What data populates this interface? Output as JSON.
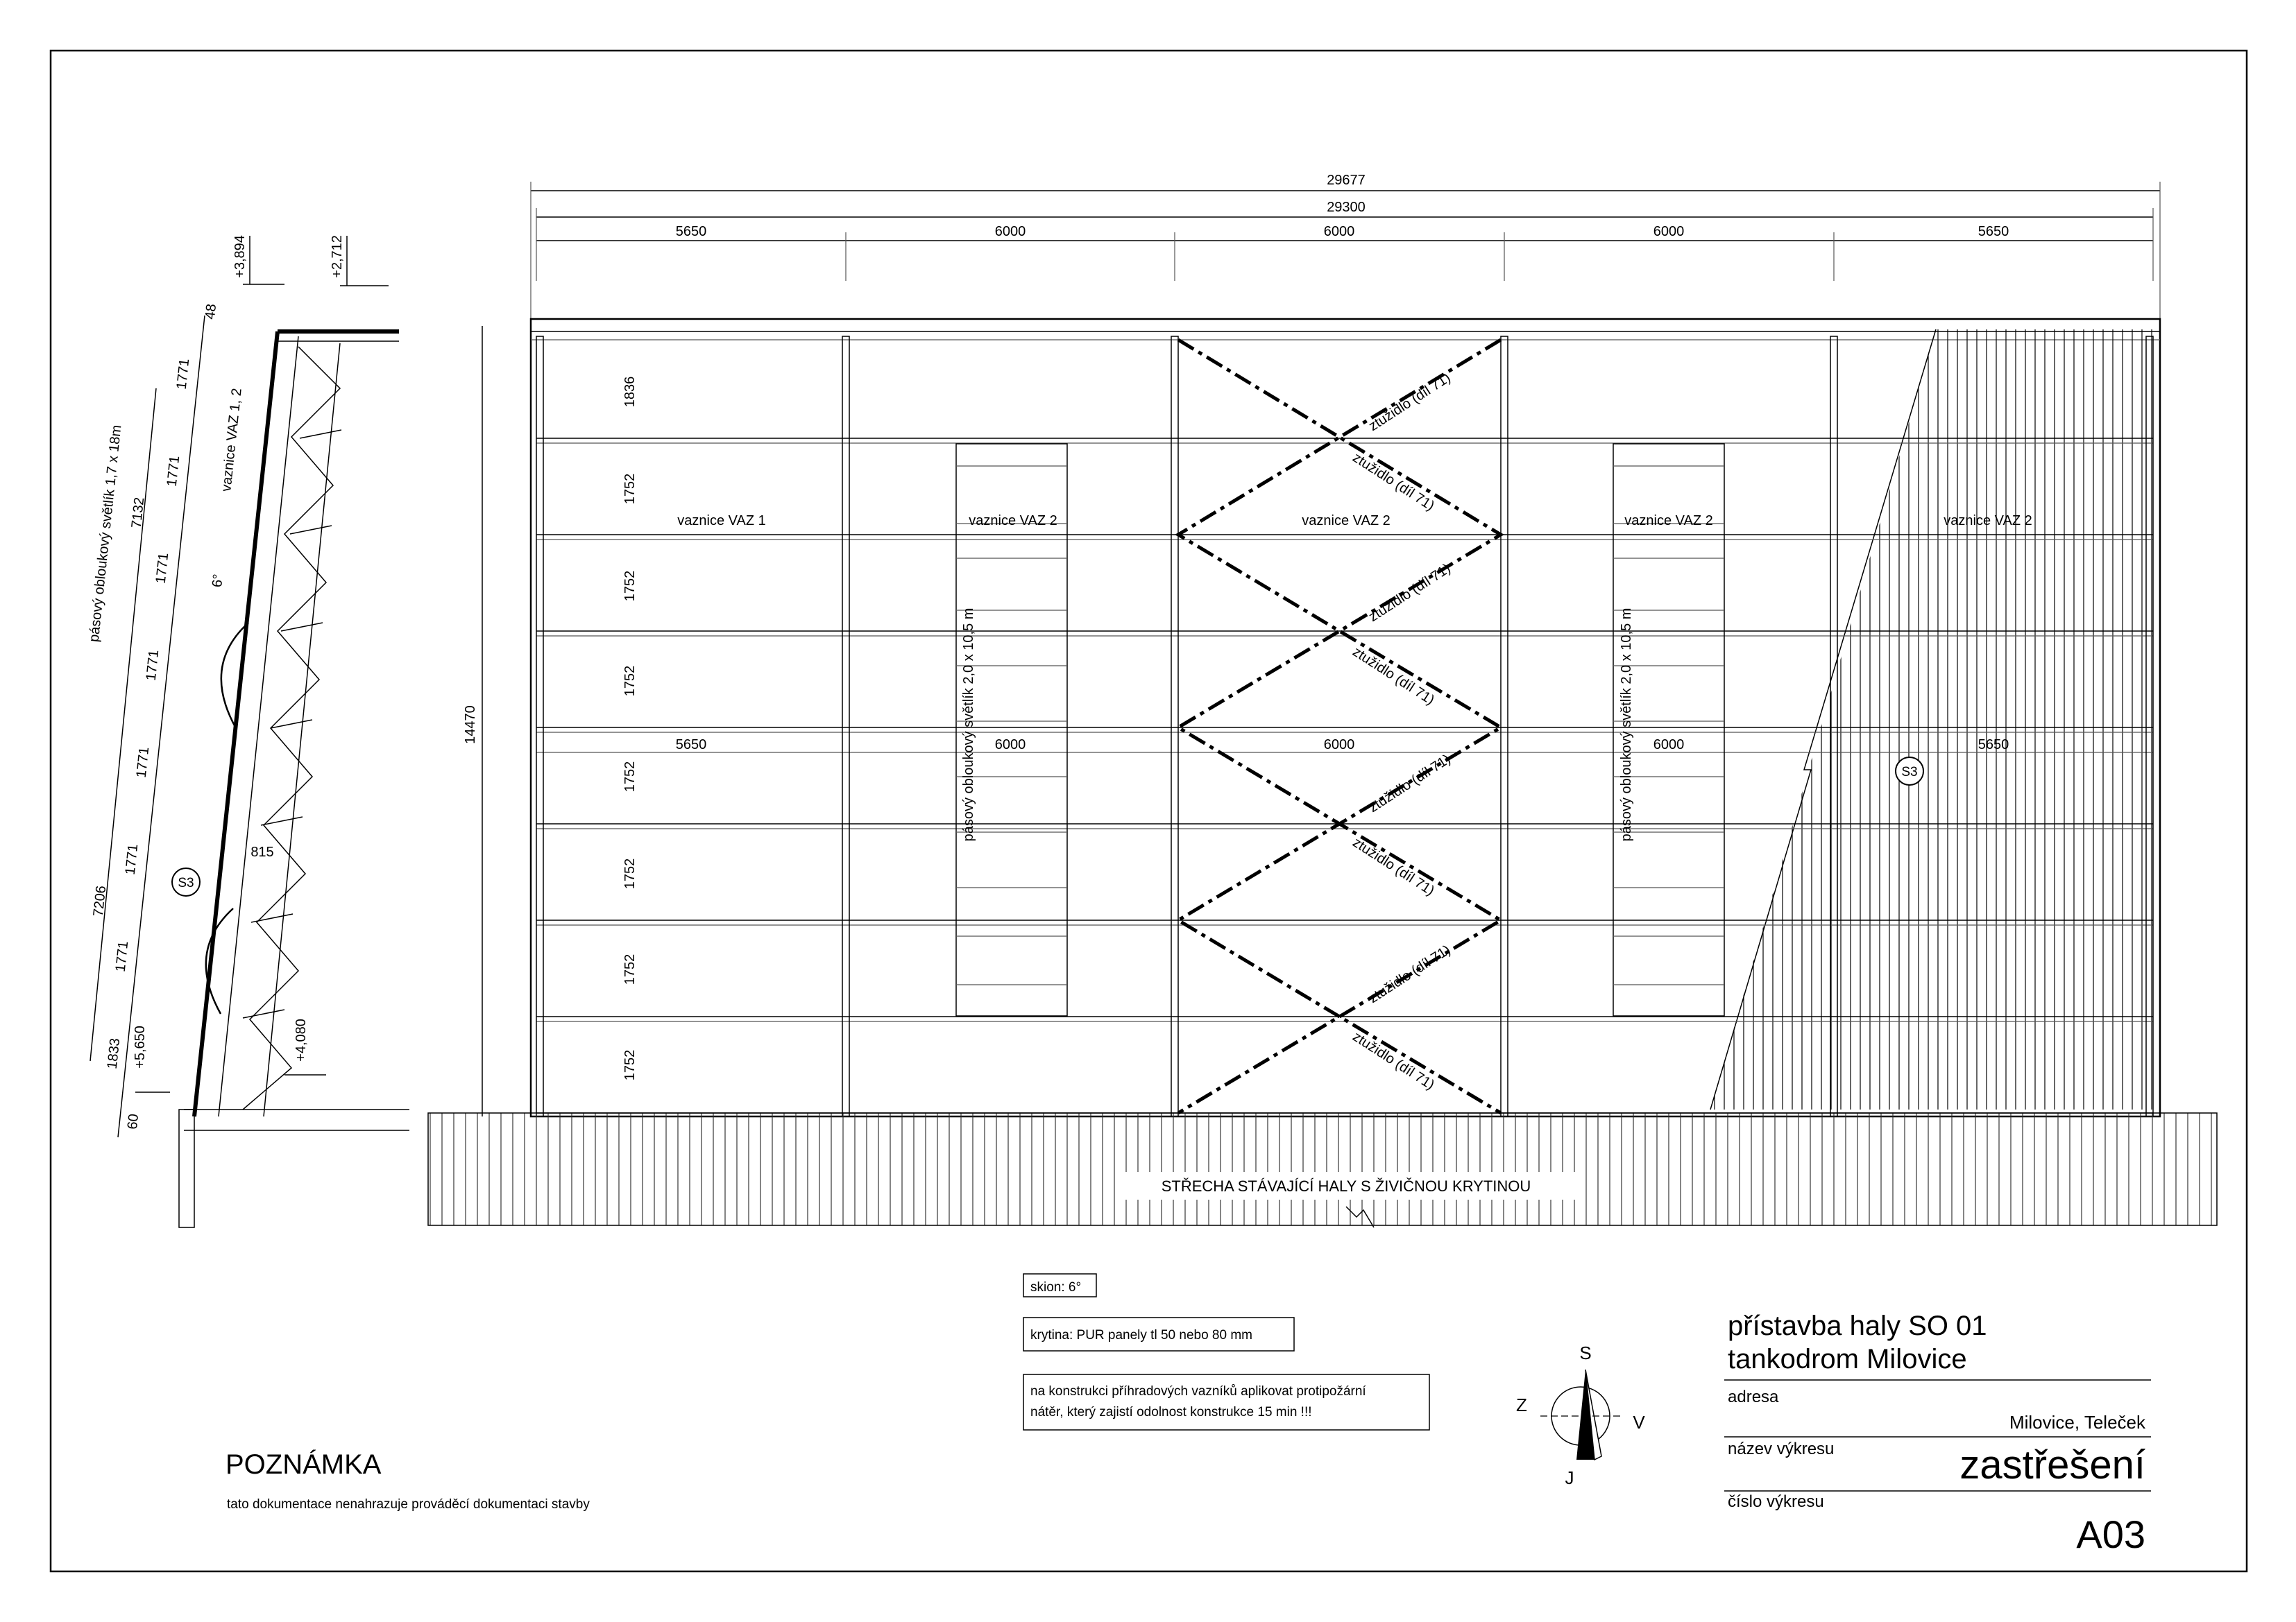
{
  "title_block": {
    "project_line1": "přístavba haly SO 01",
    "project_line2": "tankodrom Milovice",
    "address_label": "adresa",
    "address_value": "Milovice, Teleček",
    "drawing_name_label": "název výkresu",
    "drawing_name_value": "zastřešení",
    "drawing_number_label": "číslo výkresu",
    "drawing_number_value": "A03"
  },
  "notes": {
    "heading": "POZNÁMKA",
    "text": "tato dokumentace nenahrazuje prováděcí dokumentaci stavby",
    "slope": "skion: 6°",
    "roofing": "krytina: PUR panely tl 50 nebo 80 mm",
    "fire_line1": "na konstrukci příhradových vazníků aplikovat protipožární",
    "fire_line2": "nátěr, který zajistí odolnost konstrukce 15 min !!!"
  },
  "compass": {
    "north": "S",
    "south": "J",
    "west": "Z",
    "east": "V"
  },
  "plan": {
    "overall_dim": "29677",
    "axis_dim": "29300",
    "bays": [
      "5650",
      "6000",
      "6000",
      "6000",
      "5650"
    ],
    "height_dim": "14470",
    "rows": [
      "1836",
      "1752",
      "1752",
      "1752",
      "1752",
      "1752",
      "1752",
      "1752"
    ],
    "purlin_labels": [
      "vaznice VAZ 1",
      "vaznice VAZ 2",
      "vaznice VAZ 2",
      "vaznice VAZ 2",
      "vaznice VAZ 2"
    ],
    "skylight_label": "pásový obloukový světlík 2,0 x 10,5 m",
    "bracing_label": "ztužidlo (díl 71)",
    "section_mark": "S3",
    "existing_roof": "STŘECHA STÁVAJÍCÍ HALY S ŽIVIČNOU KRYTINOU"
  },
  "section": {
    "level_top": "+3,894",
    "level_top2": "+2,712",
    "level_bottom": "+5,650",
    "level_bottom2": "+4,080",
    "dim_48": "48",
    "segments": [
      "1771",
      "1771",
      "1771",
      "1771",
      "1771",
      "1771",
      "1771"
    ],
    "dim_7132": "7132",
    "dim_7206": "7206",
    "dim_1833": "1833",
    "dim_60": "60",
    "dim_815": "815",
    "slope": "6°",
    "truss_label": "vaznice VAZ 1, 2",
    "skylight_label": "pásový obloukový světlík 1,7 x 18m",
    "section_mark": "S3"
  }
}
